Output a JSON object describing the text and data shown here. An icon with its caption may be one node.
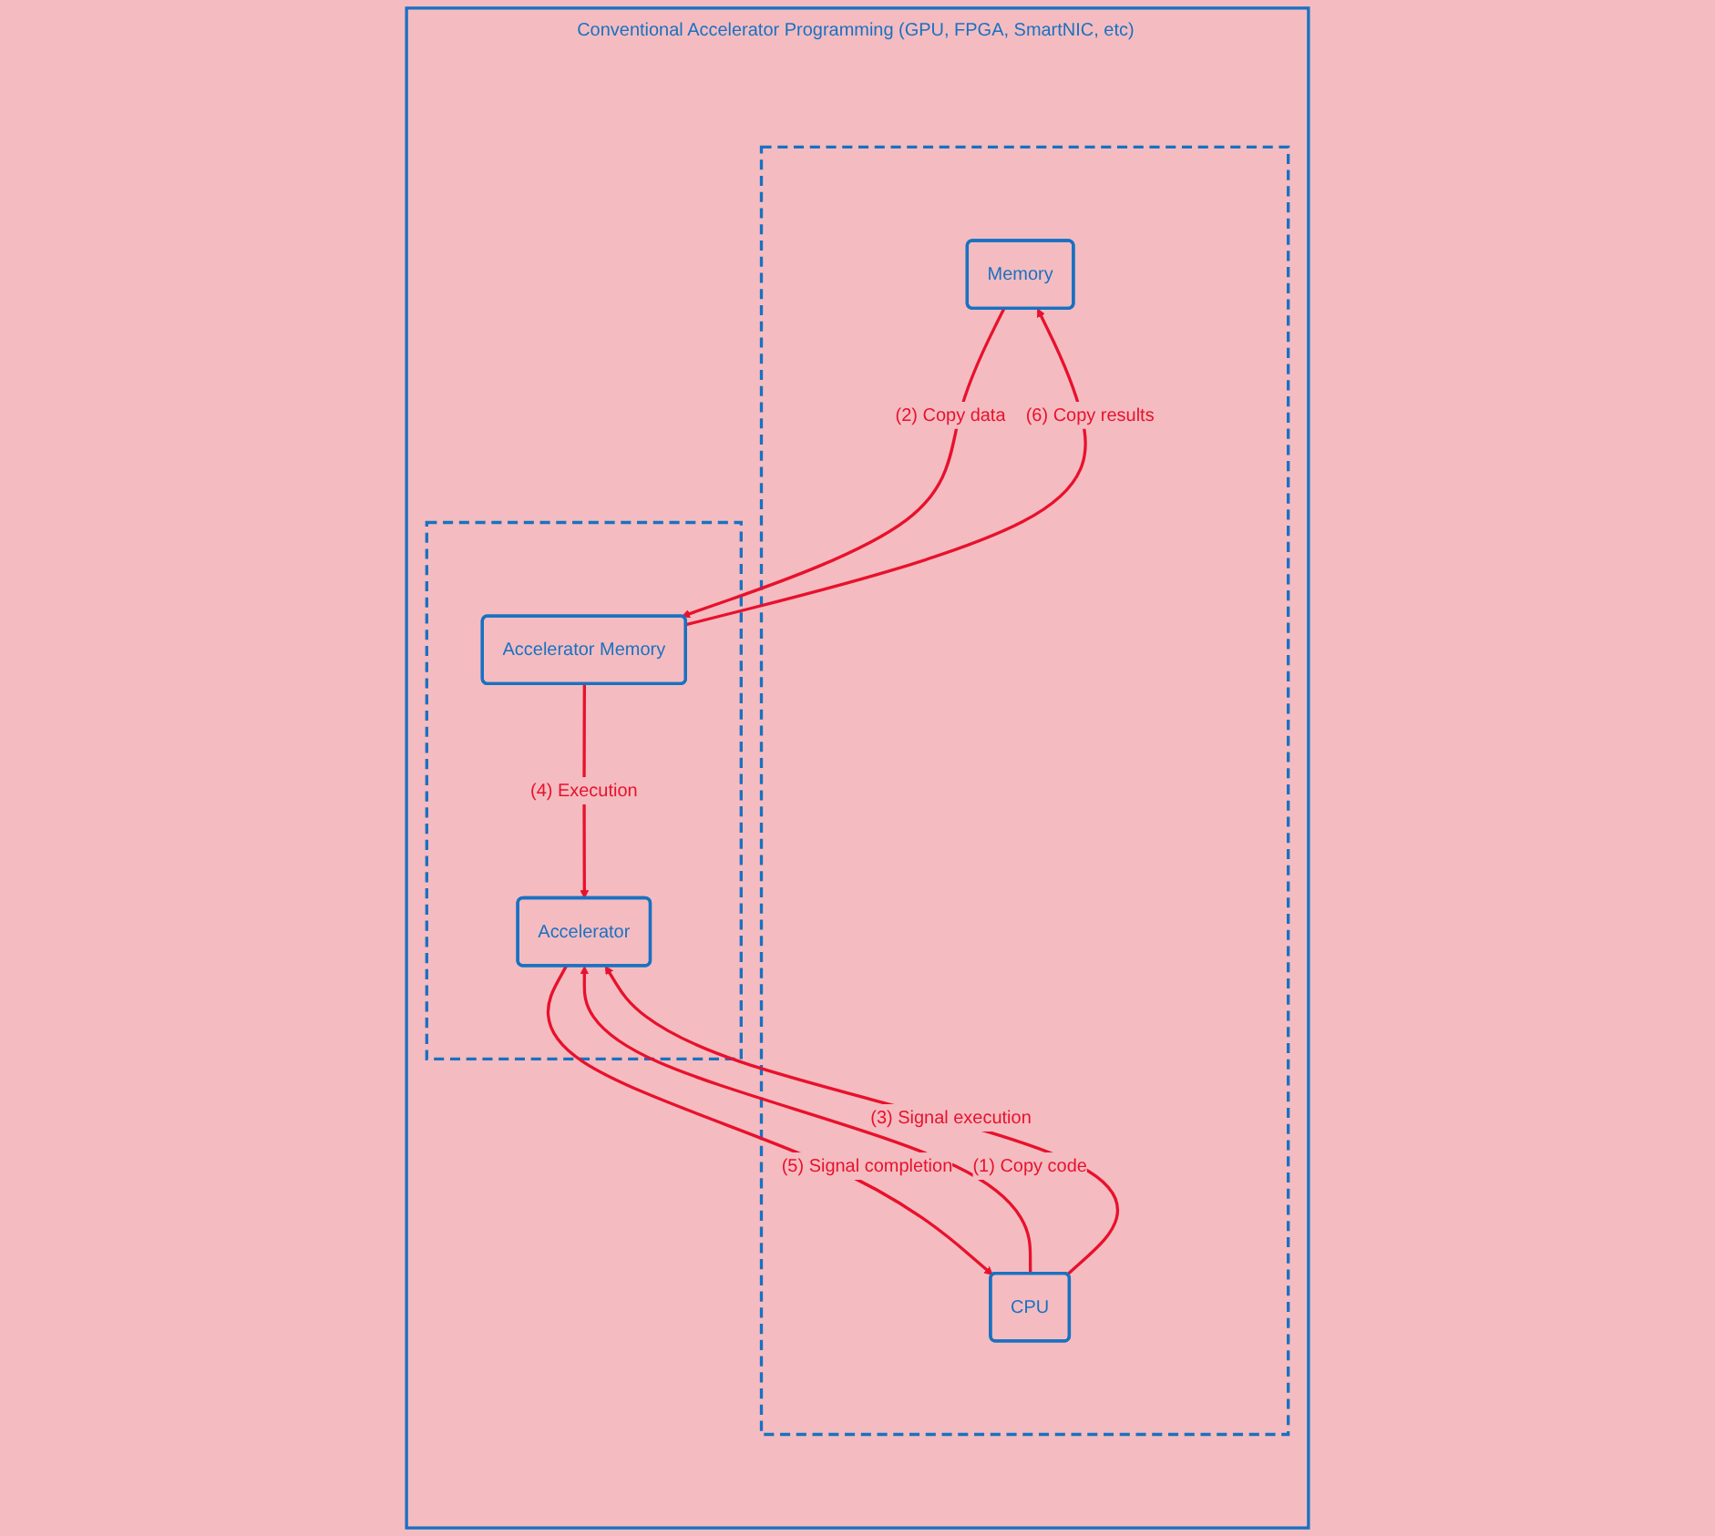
{
  "diagram": {
    "nodes": [
      {
        "text": [
          "Conventional Accelerator Programming (GPU, FPGA, SmartNIC, etc)"
        ]
      },
      {
        "text": [],
        "shape": "box",
        "in": 0
      },
      {
        "text": [
          "CPU"
        ],
        "in": 1
      },
      {
        "text": [
          "Memory"
        ],
        "in": 1
      },
      {
        "text": [],
        "shape": "box",
        "in": 0
      },
      {
        "text": [
          "Accelerator"
        ],
        "in": 4
      },
      {
        "text": [
          "Accelerator Memory"
        ],
        "in": 4
      }
    ],
    "edges": [
      {
        "from": 2,
        "to": 5,
        "arrow": "to",
        "label": "(1) Copy code"
      },
      {
        "from": 3,
        "to": 6,
        "arrow": "to",
        "label": "(2) Copy data"
      },
      {
        "from": 2,
        "to": 5,
        "arrow": "to",
        "label": "(3) Signal execution"
      },
      {
        "from": 6,
        "to": 5,
        "arrow": "to",
        "label": "(4) Execution"
      },
      {
        "from": 5,
        "to": 2,
        "arrow": "to",
        "label": "(5) Signal completion"
      },
      {
        "from": 6,
        "to": 3,
        "arrow": "to",
        "label": "(6) Copy results"
      }
    ]
  }
}
